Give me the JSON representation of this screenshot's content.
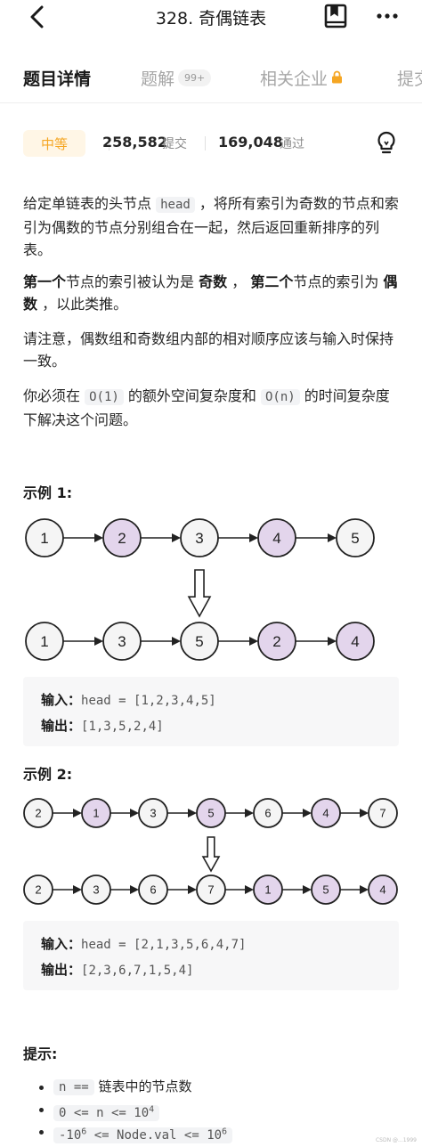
{
  "header": {
    "title": "328. 奇偶链表",
    "back_icon": "chevron-left-icon",
    "book_icon": "bookmark-book-icon",
    "more_icon": "more-dots-icon"
  },
  "tabs": [
    {
      "label": "题目详情",
      "active": true
    },
    {
      "label": "题解",
      "badge": "99+"
    },
    {
      "label": "相关企业",
      "locked": true
    },
    {
      "label": "提交"
    }
  ],
  "meta": {
    "difficulty": "中等",
    "submissions_num": "258,582",
    "submissions_label": "提交",
    "passed_num": "169,048",
    "passed_label": "通过"
  },
  "description": {
    "p1_a": "给定单链表的头节点 ",
    "p1_code": "head",
    "p1_b": " ，将所有索引为奇数的节点和索引为偶数的节点分别组合在一起，然后返回重新排序的列表。",
    "p2_a": "第一个",
    "p2_b": "节点的索引被认为是 ",
    "p2_c": "奇数",
    "p2_d": " ， ",
    "p2_e": "第二个",
    "p2_f": "节点的索引为 ",
    "p2_g": "偶数",
    "p2_h": " ，以此类推。",
    "p3": "请注意，偶数组和奇数组内部的相对顺序应该与输入时保持一致。",
    "p4_a": "你必须在 ",
    "p4_code1": "O(1)",
    "p4_b": " 的额外空间复杂度和 ",
    "p4_code2": "O(n)",
    "p4_c": " 的时间复杂度下解决这个问题。"
  },
  "example1": {
    "title": "示例 1:",
    "input_nodes": [
      "1",
      "2",
      "3",
      "4",
      "5"
    ],
    "output_nodes": [
      "1",
      "3",
      "5",
      "2",
      "4"
    ],
    "input_label": "输入：",
    "input_value": "head = [1,2,3,4,5]",
    "output_label": "输出：",
    "output_value": "[1,3,5,2,4]"
  },
  "example2": {
    "title": "示例 2:",
    "input_nodes": [
      "2",
      "1",
      "3",
      "5",
      "6",
      "4",
      "7"
    ],
    "output_nodes": [
      "2",
      "3",
      "6",
      "7",
      "1",
      "5",
      "4"
    ],
    "input_label": "输入：",
    "input_value": "head = [2,1,3,5,6,4,7]",
    "output_label": "输出：",
    "output_value": "[2,3,6,7,1,5,4]"
  },
  "hints": {
    "title": "提示:",
    "h1_code": "n ==",
    "h1_text": " 链表中的节点数",
    "h2_code_a": "0 <= n <= 10",
    "h2_sup": "4",
    "h3_code_a": "-10",
    "h3_sup_a": "6",
    "h3_code_b": " <= Node.val <= 10",
    "h3_sup_b": "6"
  },
  "watermark": "CSDN @...1999",
  "colors": {
    "highlight_node": "#e3d5ec",
    "node_stroke": "#222222",
    "difficulty_text": "#f5a623",
    "difficulty_bg": "#fff6e6",
    "lock": "#f5a623"
  }
}
